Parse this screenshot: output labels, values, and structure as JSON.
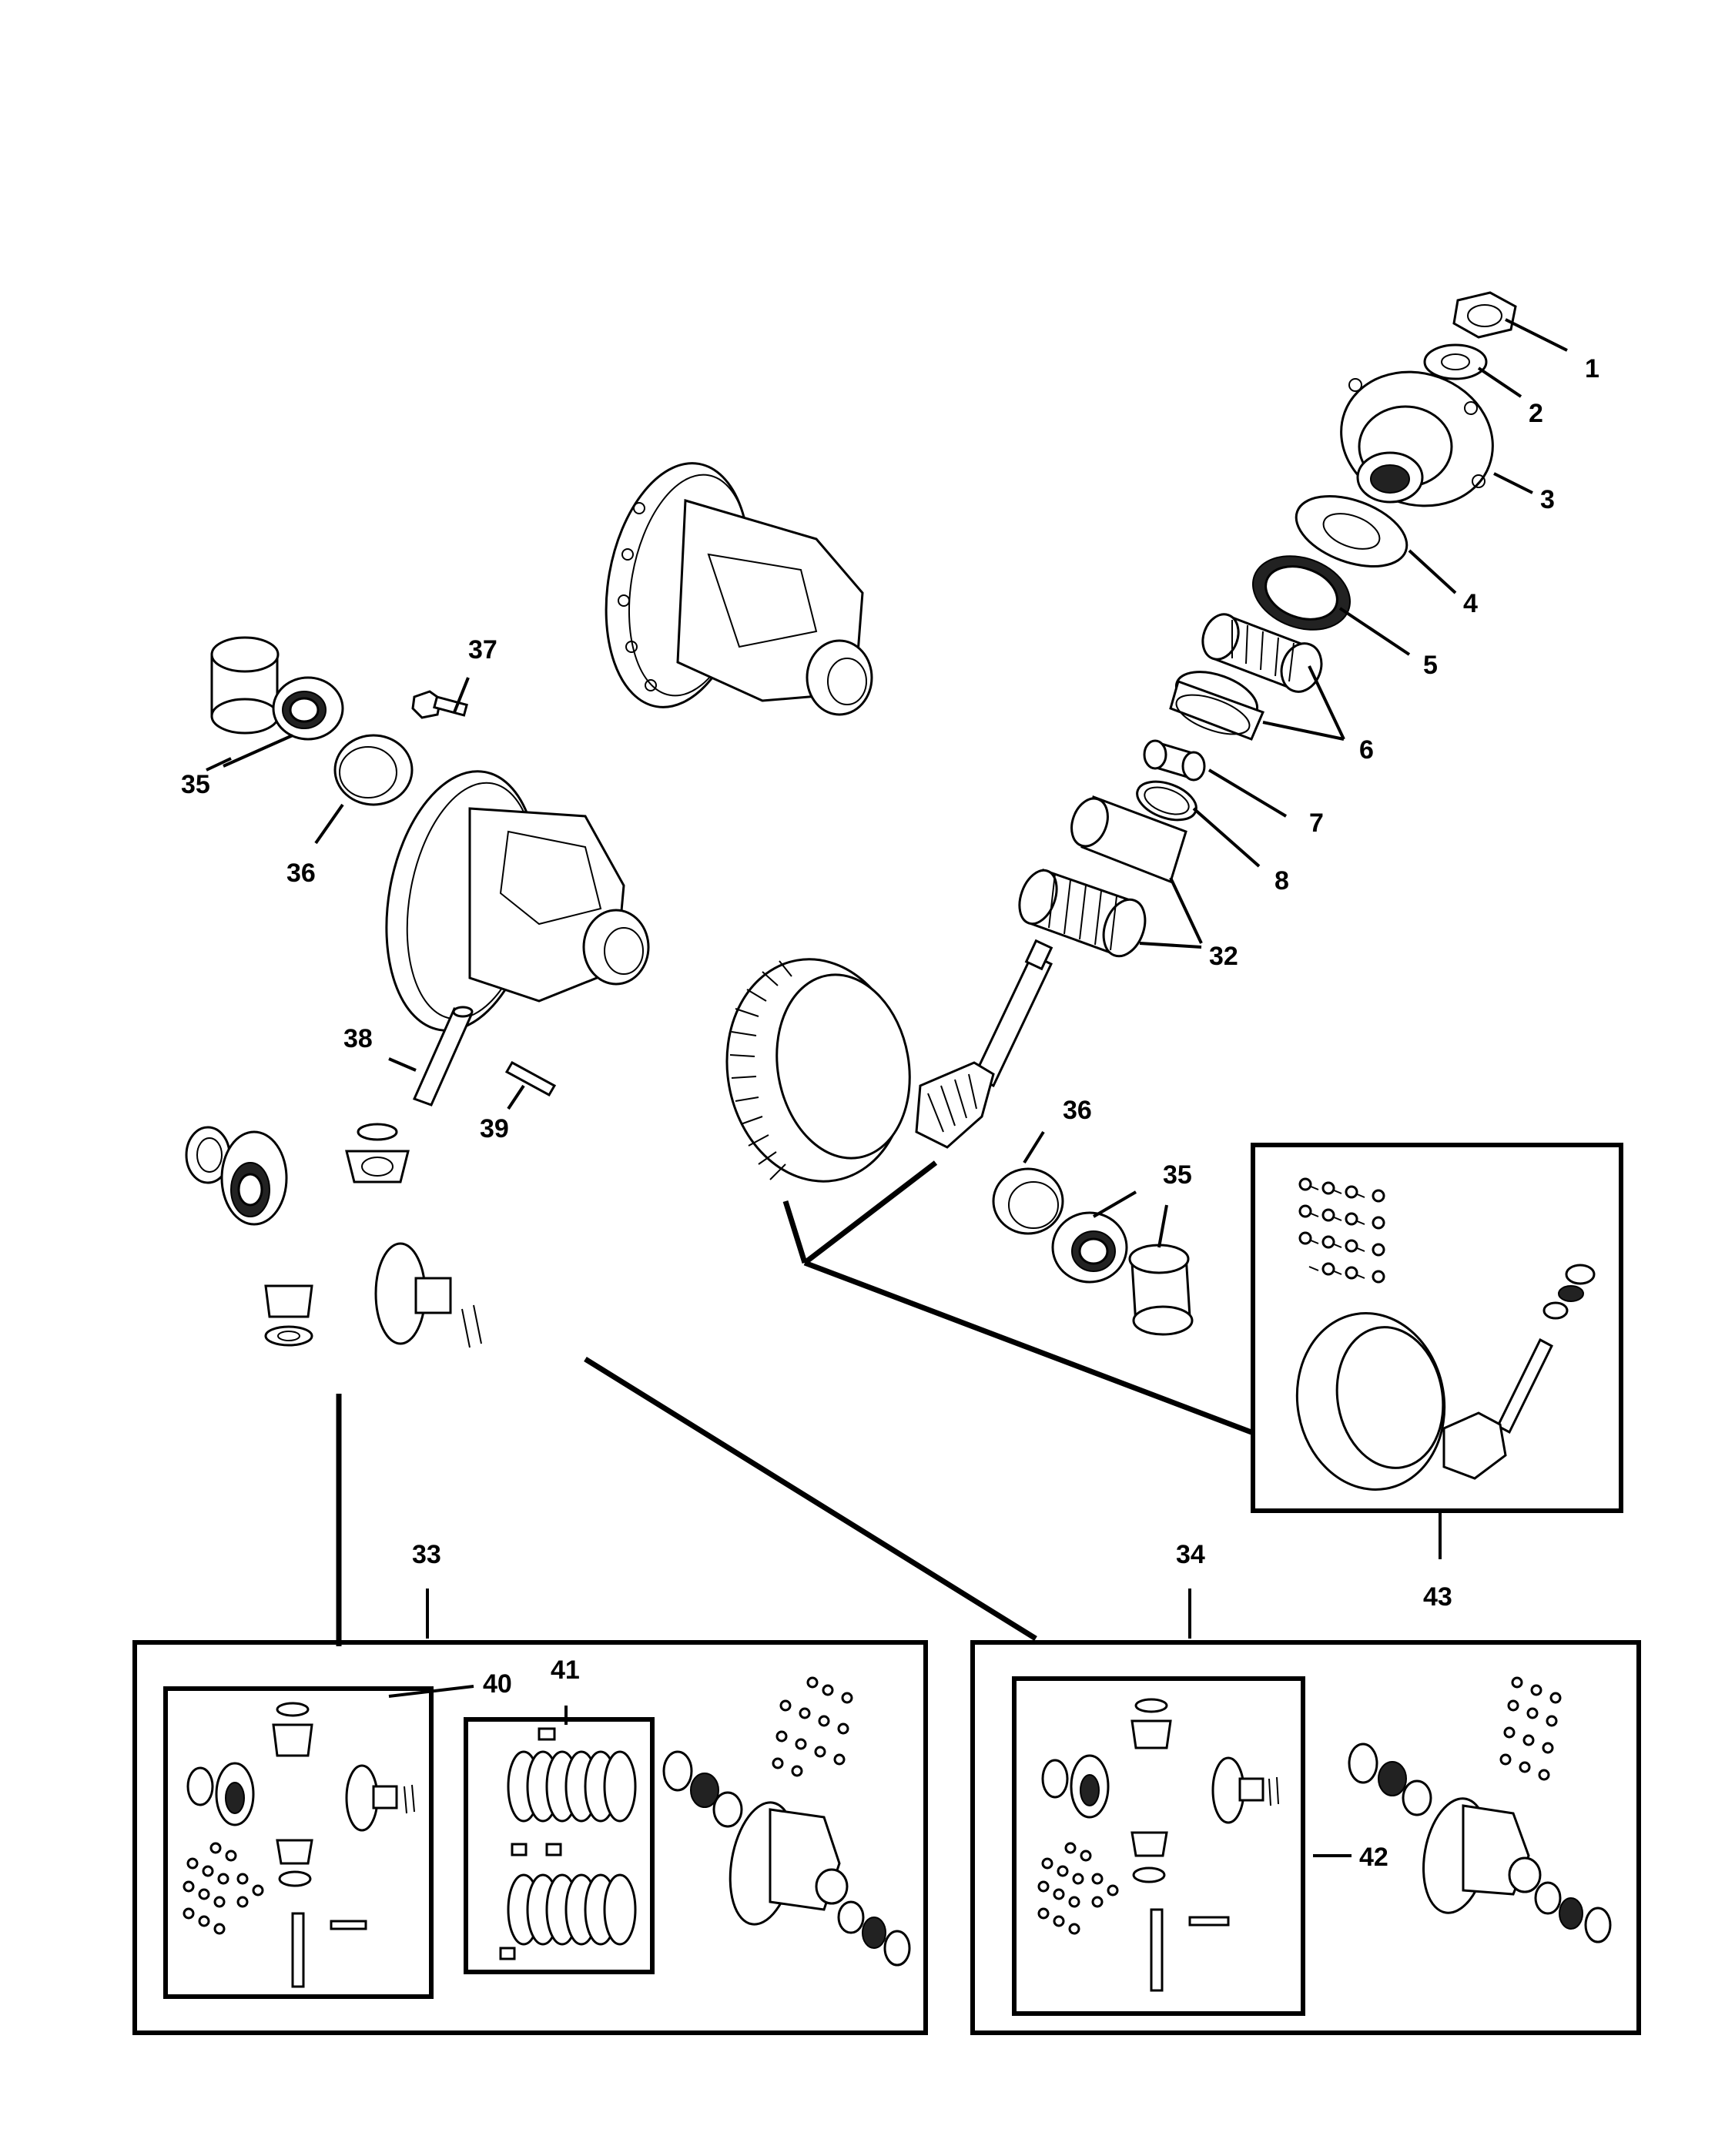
{
  "diagram": {
    "callouts": {
      "c1": "1",
      "c2": "2",
      "c3": "3",
      "c4": "4",
      "c5": "5",
      "c6": "6",
      "c7": "7",
      "c8": "8",
      "c32": "32",
      "c33": "33",
      "c34": "34",
      "c35_left": "35",
      "c35_right": "35",
      "c36_left": "36",
      "c36_right": "36",
      "c37": "37",
      "c38": "38",
      "c39": "39",
      "c40": "40",
      "c41": "41",
      "c42": "42",
      "c43": "43"
    }
  }
}
